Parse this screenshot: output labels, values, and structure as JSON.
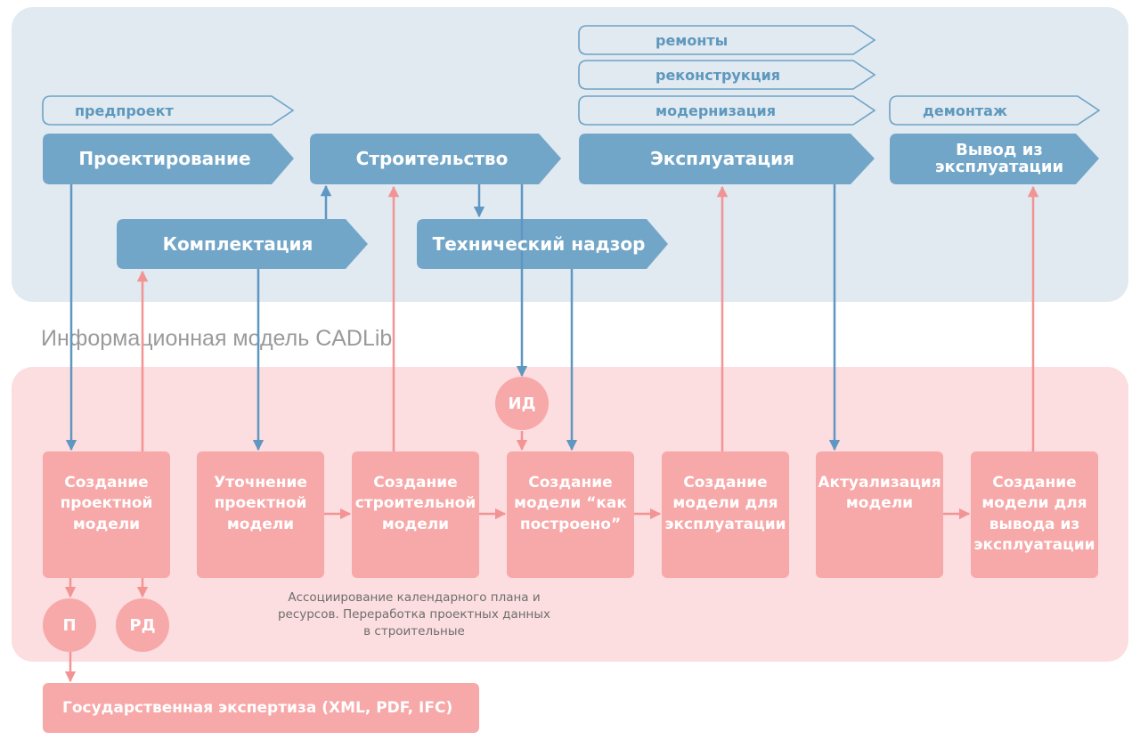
{
  "model_title": "Информационная модель CADLib",
  "tags": {
    "preproject": "предпроект",
    "repairs": "ремонты",
    "reconstruction": "реконструкция",
    "modernization": "модернизация",
    "dismantling": "демонтаж"
  },
  "stages": {
    "design": "Проектирование",
    "construction": "Строительство",
    "operation": "Эксплуатация",
    "decommission": "Вывод из эксплуатации",
    "procurement": "Комплектация",
    "supervision": "Технический надзор"
  },
  "steps": [
    {
      "label": "Создание проектной модели"
    },
    {
      "label": "Уточнение проектной модели"
    },
    {
      "label": "Создание строительной модели"
    },
    {
      "label": "Создание модели “как построено”"
    },
    {
      "label": "Создание модели для эксплуатации"
    },
    {
      "label": "Актуализация модели"
    },
    {
      "label": "Создание модели для вывода из эксплуатации"
    }
  ],
  "circles": {
    "id_docs": "ИД",
    "p": "П",
    "rd": "РД"
  },
  "note": "Ассоциирование календарного плана и ресурсов. Переработка проектных данных в строительные",
  "expertise": "Государственная экспертиза (XML, PDF, IFC)",
  "colors": {
    "blue_fill": "#72a6c8",
    "blue_arrow": "#5e97c2",
    "pink_fill": "#f7a8a8",
    "pink_arrow": "#f29494",
    "blue_panel": "#e1e9f1",
    "pink_panel": "#fcdde0"
  }
}
